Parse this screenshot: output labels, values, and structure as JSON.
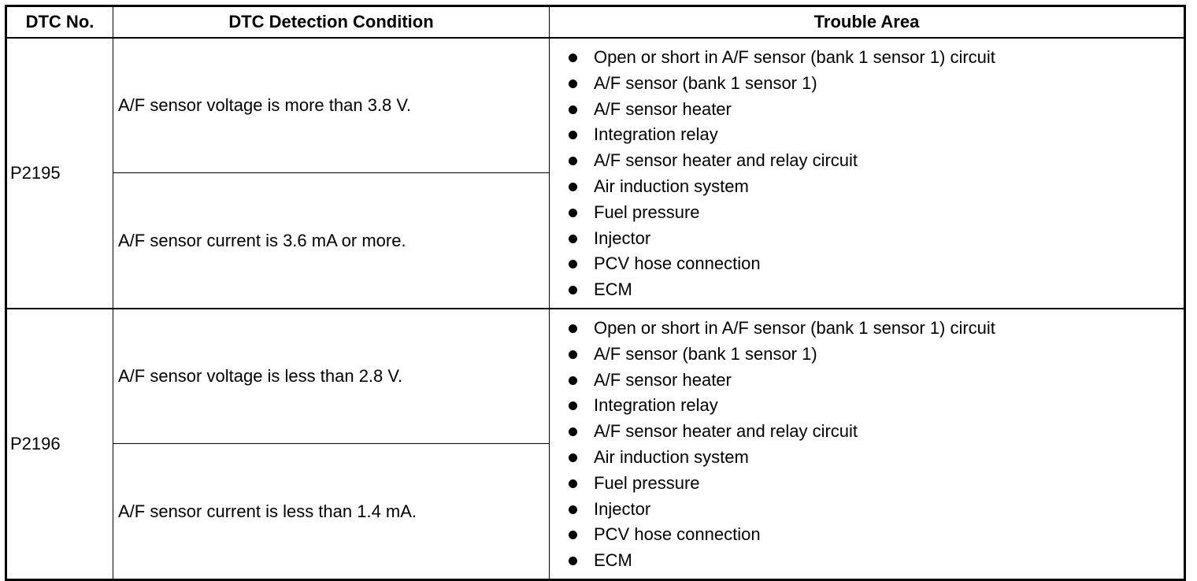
{
  "table": {
    "headers": {
      "dtc_no": "DTC No.",
      "condition": "DTC Detection Condition",
      "trouble_area": "Trouble Area"
    },
    "rows": [
      {
        "dtc_no": "P2195",
        "conditions": [
          "A/F sensor voltage is more than 3.8 V.",
          "A/F sensor current is 3.6 mA or more."
        ],
        "trouble_areas": [
          "Open or short in A/F sensor (bank 1 sensor 1) circuit",
          "A/F sensor (bank 1 sensor 1)",
          "A/F sensor heater",
          "Integration relay",
          "A/F sensor heater and relay circuit",
          "Air induction system",
          "Fuel pressure",
          "Injector",
          "PCV hose connection",
          "ECM"
        ]
      },
      {
        "dtc_no": "P2196",
        "conditions": [
          "A/F sensor voltage is less than 2.8 V.",
          "A/F sensor current is less than 1.4 mA."
        ],
        "trouble_areas": [
          "Open or short in A/F sensor (bank 1 sensor 1) circuit",
          "A/F sensor (bank 1 sensor 1)",
          "A/F sensor heater",
          "Integration relay",
          "A/F sensor heater and relay circuit",
          "Air induction system",
          "Fuel pressure",
          "Injector",
          "PCV hose connection",
          "ECM"
        ]
      }
    ]
  }
}
